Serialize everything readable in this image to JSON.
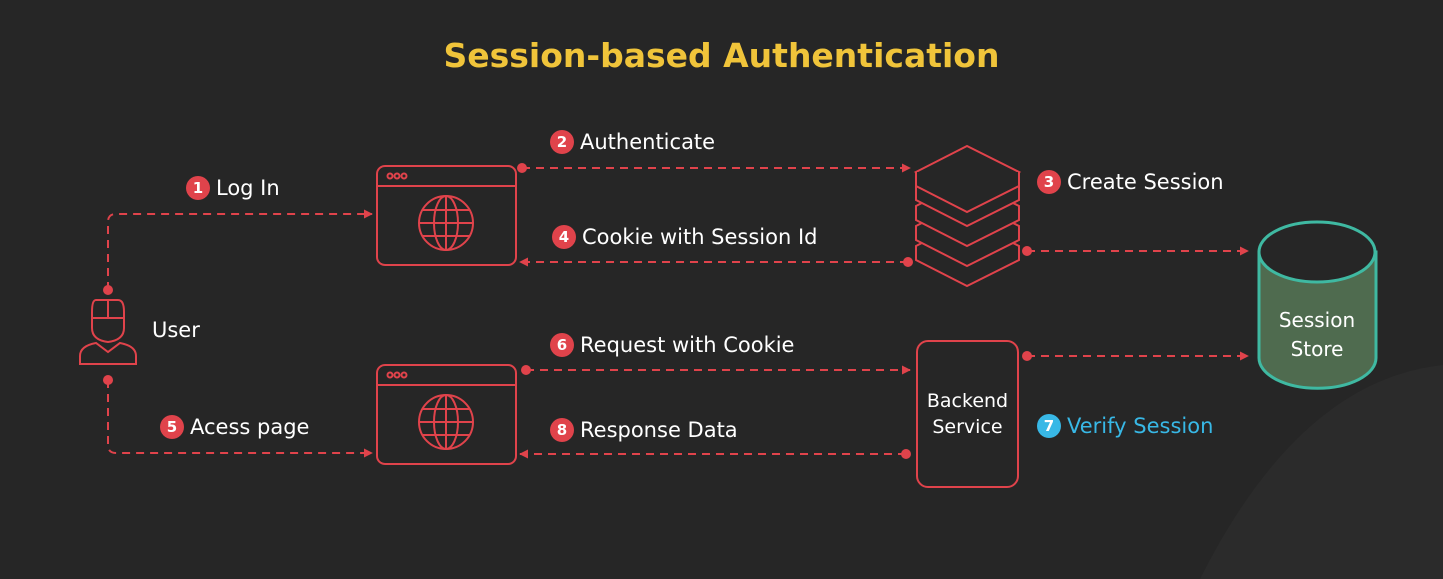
{
  "title": "Session-based Authentication",
  "nodes": {
    "user": "User",
    "backend_line1": "Backend",
    "backend_line2": "Service",
    "store_line1": "Session",
    "store_line2": "Store"
  },
  "steps": [
    {
      "num": "1",
      "label": "Log In"
    },
    {
      "num": "2",
      "label": "Authenticate"
    },
    {
      "num": "3",
      "label": "Create Session"
    },
    {
      "num": "4",
      "label": "Cookie with Session Id"
    },
    {
      "num": "5",
      "label": "Acess page"
    },
    {
      "num": "6",
      "label": "Request with Cookie"
    },
    {
      "num": "7",
      "label": "Verify Session"
    },
    {
      "num": "8",
      "label": "Response Data"
    }
  ],
  "colors": {
    "background": "#262626",
    "title": "#f0c43a",
    "accent_red": "#e0434b",
    "accent_cyan": "#38b8e6",
    "store_fill": "#4f6b4f",
    "store_stroke": "#3fb9a2"
  }
}
